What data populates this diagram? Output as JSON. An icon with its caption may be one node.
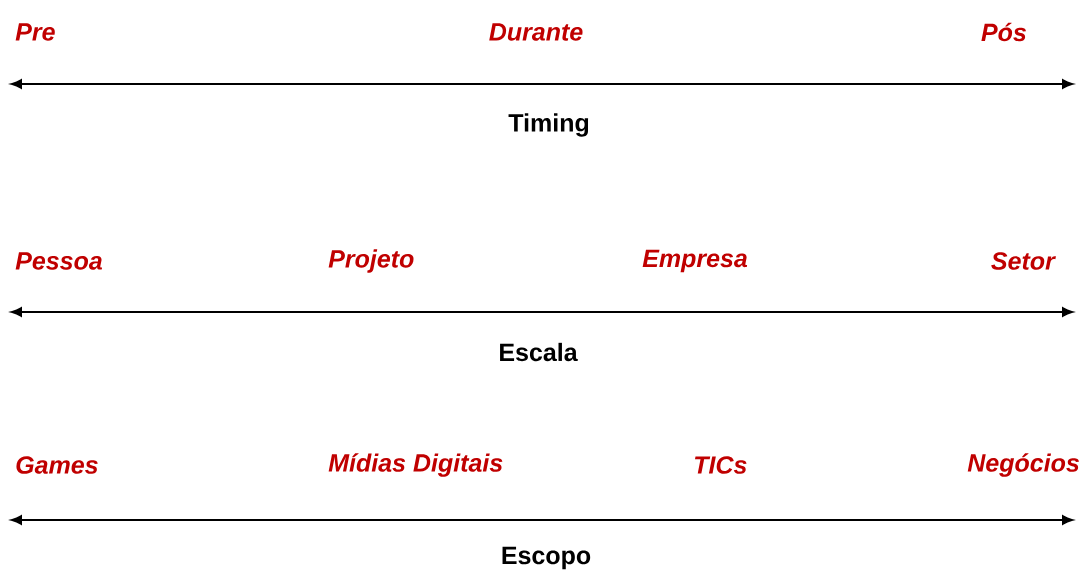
{
  "diagram": {
    "labels": [
      "Pre",
      "Durante",
      "Pós",
      "Timing",
      "Pessoa",
      "Projeto",
      "Empresa",
      "Setor",
      "Escala",
      "Games",
      "Mídias Digitais",
      "TICs",
      "Negócios",
      "Escopo"
    ]
  }
}
